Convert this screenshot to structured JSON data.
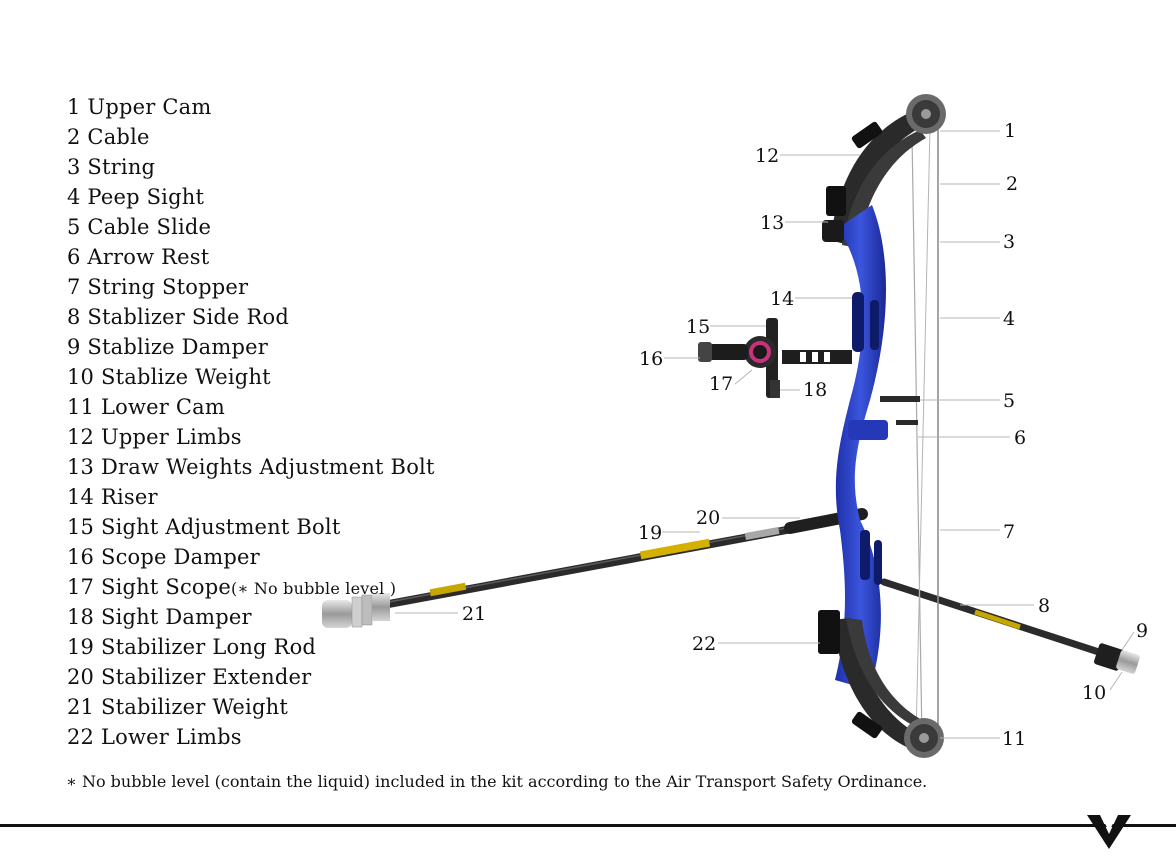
{
  "parts": [
    {
      "text": "1 Upper Cam"
    },
    {
      "text": "2 Cable"
    },
    {
      "text": "3 String"
    },
    {
      "text": "4 Peep Sight"
    },
    {
      "text": "5 Cable Slide"
    },
    {
      "text": "6 Arrow Rest"
    },
    {
      "text": "7 String Stopper"
    },
    {
      "text": "8 Stablizer Side Rod"
    },
    {
      "text": "9 Stablize Damper"
    },
    {
      "text": "10 Stablize Weight"
    },
    {
      "text": "11 Lower Cam"
    },
    {
      "text": "12 Upper Limbs"
    },
    {
      "text": "13 Draw Weights Adjustment Bolt"
    },
    {
      "text": "14 Riser"
    },
    {
      "text": "15 Sight Adjustment Bolt"
    },
    {
      "text": "16 Scope Damper"
    },
    {
      "text": "17 Sight Scope",
      "note": "(∗ No bubble level )"
    },
    {
      "text": "18 Sight Damper"
    },
    {
      "text": "19 Stabilizer Long Rod"
    },
    {
      "text": "20 Stabilizer Extender"
    },
    {
      "text": "21 Stabilizer Weight"
    },
    {
      "text": "22 Lower Limbs"
    }
  ],
  "footnote": "∗ No bubble level (contain the liquid) included in the kit according to the Air Transport Safety Ordinance.",
  "callouts": [
    "1",
    "2",
    "3",
    "4",
    "5",
    "6",
    "7",
    "8",
    "9",
    "10",
    "11",
    "12",
    "13",
    "14",
    "15",
    "16",
    "17",
    "18",
    "19",
    "20",
    "21",
    "22"
  ],
  "colors": {
    "riser": "#2a3fc4",
    "riser_highlight": "#4a63e6",
    "limb": "#2a2a2a",
    "rod": "#2b2b2b",
    "weight": "#b8b8b8",
    "text": "#111111",
    "leader": "#b5b5b5"
  },
  "brand_icon": "v-logo-icon"
}
